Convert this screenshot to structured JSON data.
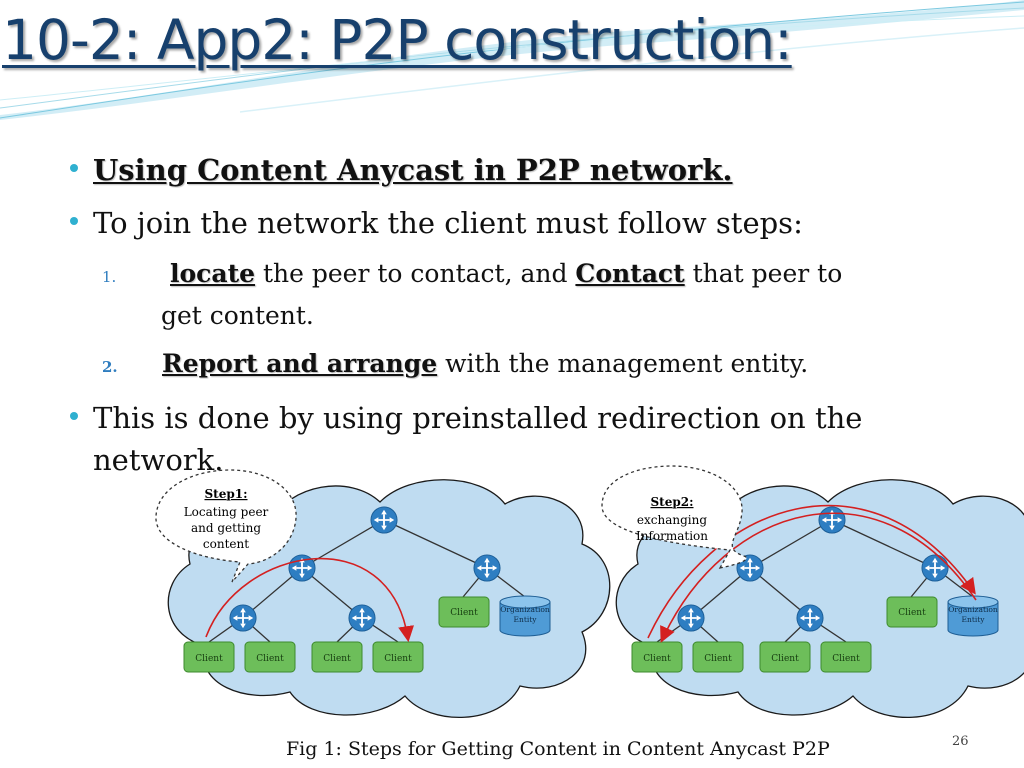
{
  "slide": {
    "title": "10-2: App2: P2P construction:",
    "page_number": "26",
    "accent_color": "#2fb0d0",
    "title_color": "#17406d"
  },
  "bullets": {
    "b1": "Using Content Anycast in P2P network.",
    "b2": "To join the network the client must follow steps:",
    "step1": {
      "number": "1.",
      "w1": "locate",
      "t1": " the peer to contact,  and ",
      "w2": "Contact",
      "t2": " that peer to",
      "t3": "get content."
    },
    "step2": {
      "number": "2.",
      "w1": "Report  and arrange",
      "t1": " with the management entity."
    },
    "b3_line1": "This is done by using preinstalled redirection on the",
    "b3_line2": "network."
  },
  "figure": {
    "caption": "Fig 1: Steps for Getting Content in Content Anycast P2P",
    "left": {
      "bubble_title": "Step1:",
      "bubble_lines": [
        "Locating peer",
        "and getting",
        "content"
      ]
    },
    "right": {
      "bubble_title": "Step2:",
      "bubble_lines": [
        "exchanging",
        "Information"
      ]
    },
    "client_label": "Client",
    "org_lines": [
      "Organization",
      "Entity"
    ],
    "icon_names": [
      "router-icon",
      "database-icon"
    ]
  }
}
